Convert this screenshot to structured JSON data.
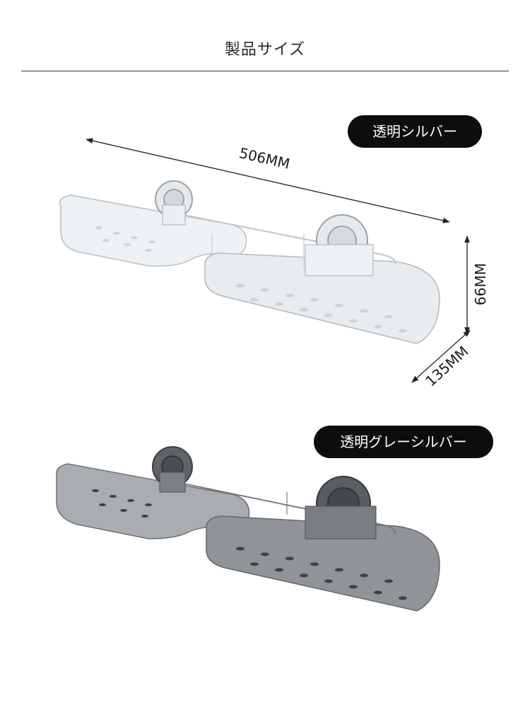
{
  "header": {
    "title": "製品サイズ"
  },
  "variants": [
    {
      "label": "透明シルバー",
      "tint": "clear"
    },
    {
      "label": "透明グレーシルバー",
      "tint": "grey"
    }
  ],
  "dimensions": {
    "length": "506MM",
    "height": "66MM",
    "depth": "135MM"
  },
  "colors": {
    "pill_background": "#0d0d0d",
    "clear_body": "#e9ecef",
    "grey_body": "#8e9195",
    "line": "#333333"
  }
}
